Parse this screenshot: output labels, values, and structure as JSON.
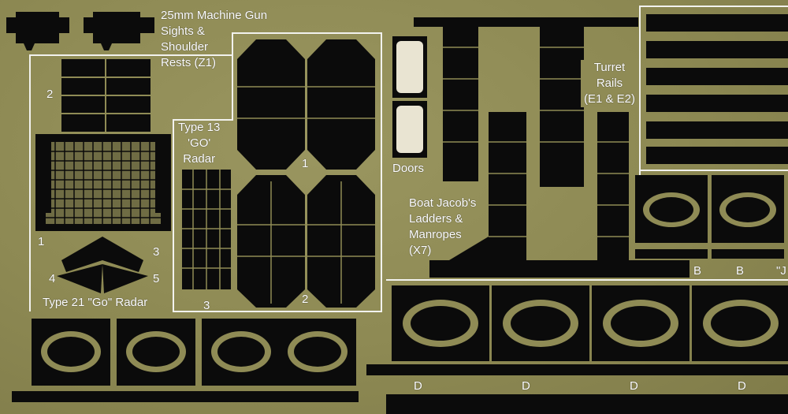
{
  "labels": {
    "mg_sights": [
      "25mm Machine Gun",
      "Sights &",
      "Shoulder",
      "Rests (Z1)"
    ],
    "type13": [
      "Type 13",
      "'GO'",
      "Radar"
    ],
    "type21": "Type 21 \"Go\" Radar",
    "doors": "Doors",
    "jacobs": [
      "Boat Jacob's",
      "Ladders &",
      "Manropes",
      "(X7)"
    ],
    "turret": [
      "Turret",
      "Rails",
      "(E1 & E2)"
    ],
    "n1a": "1",
    "n1b": "1",
    "n2a": "2",
    "n2b": "2",
    "n3a": "3",
    "n3b": "3",
    "n4": "4",
    "n5": "5",
    "b1": "B",
    "b2": "B",
    "jq": "\"J",
    "d1": "D",
    "d2": "D",
    "d3": "D",
    "d4": "D"
  },
  "colors": {
    "brass": "#8f8b55",
    "part": "#0b0b0b",
    "text": "#ffffff",
    "outline": "#f4f4f0"
  }
}
